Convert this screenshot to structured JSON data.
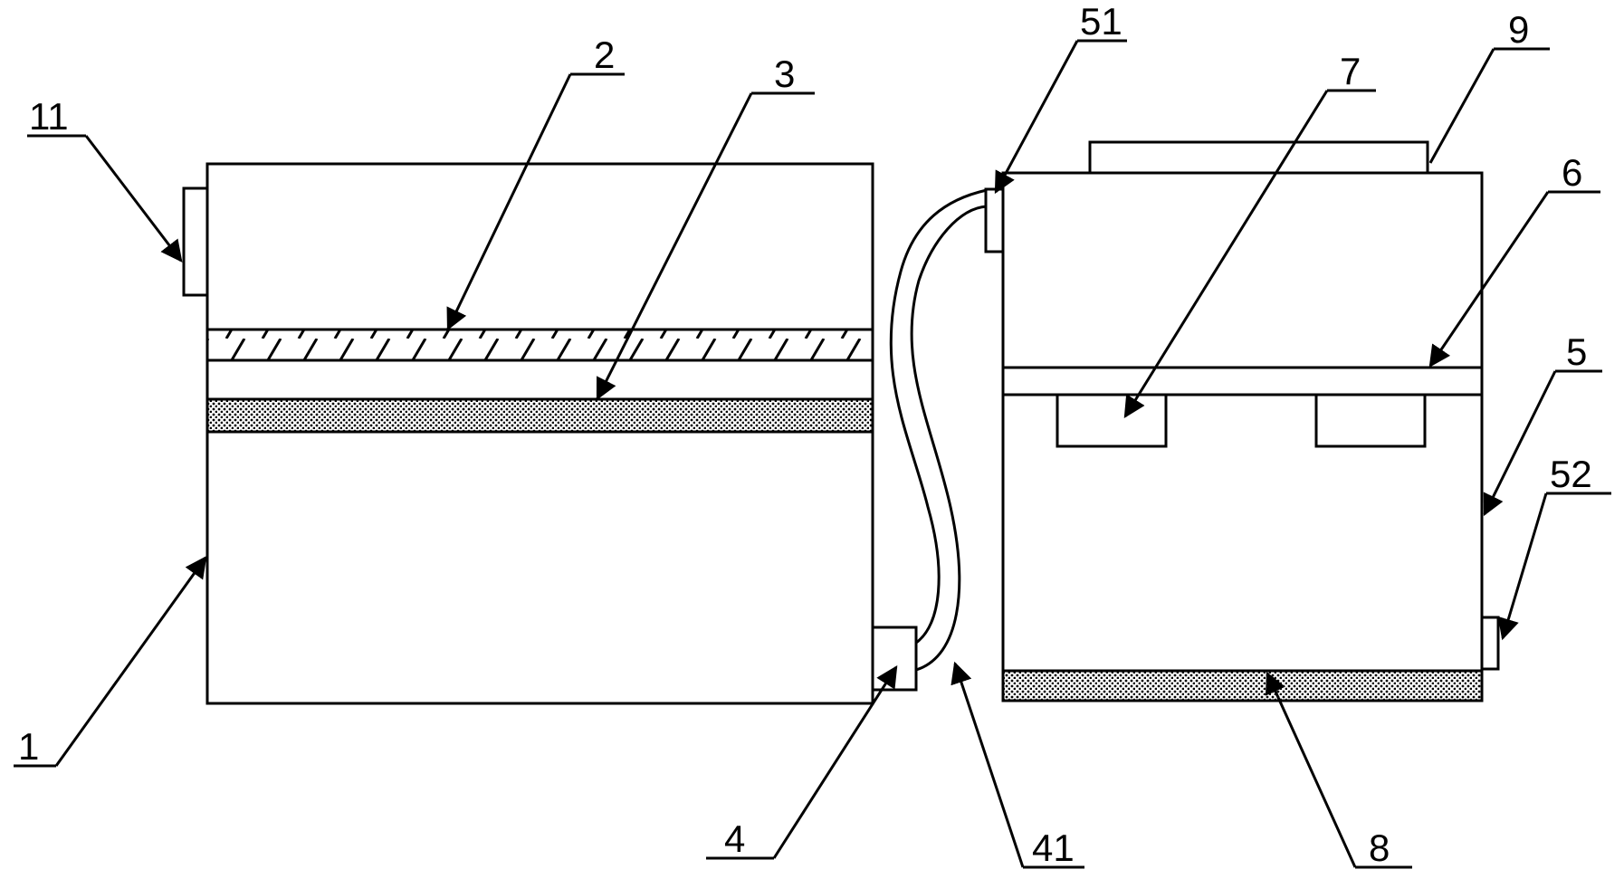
{
  "colors": {
    "ink": "#000000",
    "paper": "#ffffff"
  },
  "labels": {
    "l1": "1",
    "l2": "2",
    "l3": "3",
    "l4": "4",
    "l41": "41",
    "l5": "5",
    "l51": "51",
    "l52": "52",
    "l6": "6",
    "l7": "7",
    "l8": "8",
    "l9": "9",
    "l11": "11"
  }
}
